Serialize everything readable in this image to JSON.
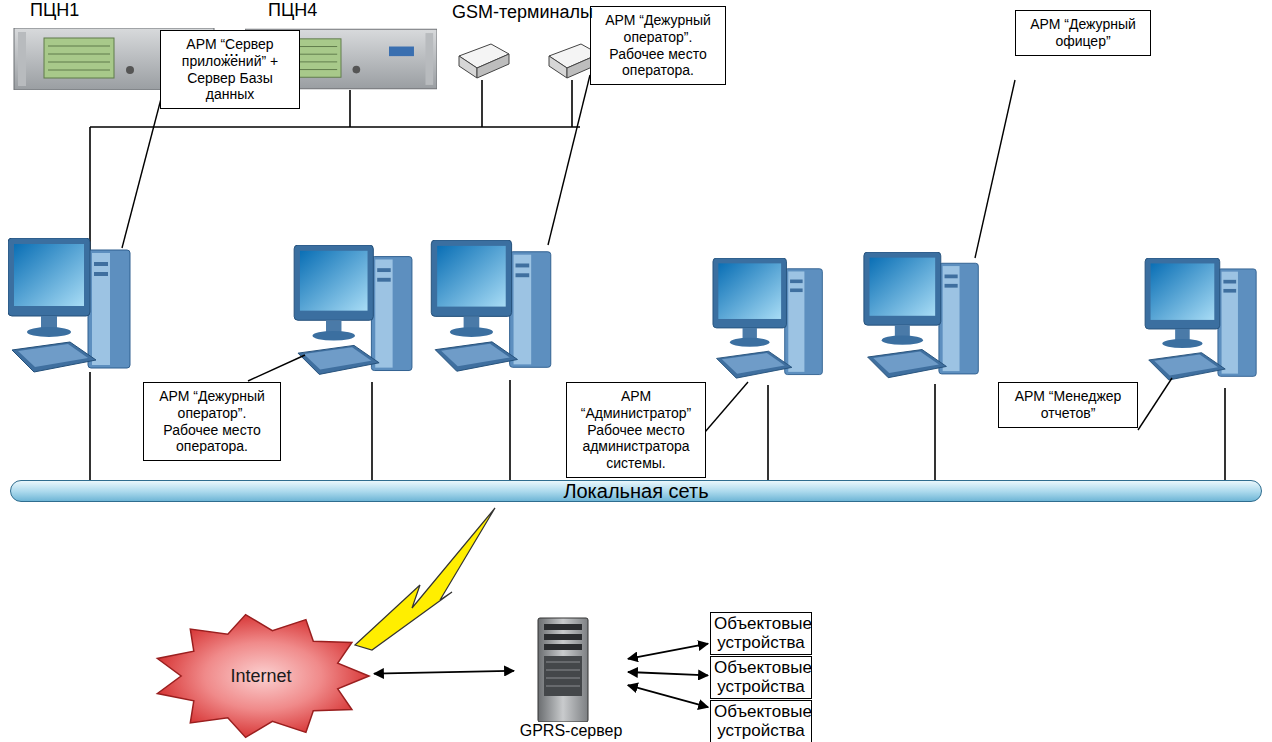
{
  "diagram": {
    "nodes": [
      {
        "text": [
          "АРМ “Сервер приложений” + Сервер Базы данных"
        ]
      },
      {
        "text": [
          "АРМ “Дежурный оператор”. Рабочее место оператора."
        ]
      },
      {
        "text": [
          "АРМ “Дежурный офицер”"
        ]
      },
      {
        "text": [
          "АРМ “Дежурный оператор”. Рабочее место оператора."
        ]
      },
      {
        "text": [
          "АРМ “Администратор” Рабочее место администратора системы."
        ]
      },
      {
        "text": [
          "АРМ “Менеджер отчетов”"
        ]
      },
      {
        "text": [
          "Локальная сеть"
        ]
      },
      {
        "text": [
          "Internet"
        ]
      },
      {
        "text": [
          "GPRS-сервер"
        ]
      },
      {
        "text": [
          "Объектовые устройства"
        ]
      },
      {
        "text": [
          "Объектовые устройства"
        ]
      },
      {
        "text": [
          "Объектовые устройства"
        ]
      }
    ],
    "edges": [
      {
        "from": 7,
        "to": 8,
        "arrow": "both"
      },
      {
        "from": 8,
        "to": 9,
        "arrow": "both"
      },
      {
        "from": 8,
        "to": 10,
        "arrow": "both"
      },
      {
        "from": 8,
        "to": 11,
        "arrow": "both"
      }
    ],
    "labels": [
      "ПЦН1",
      "...",
      "ПЦН4",
      "GSM-терминалы"
    ]
  }
}
